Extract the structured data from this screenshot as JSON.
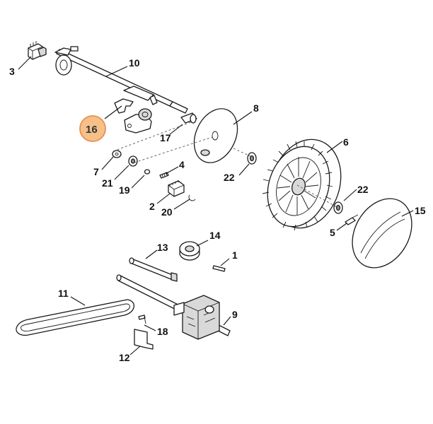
{
  "callouts": {
    "c1": "1",
    "c2": "2",
    "c3": "3",
    "c4": "4",
    "c5": "5",
    "c6": "6",
    "c7": "7",
    "c8": "8",
    "c9": "9",
    "c10": "10",
    "c11": "11",
    "c12": "12",
    "c13": "13",
    "c14": "14",
    "c15": "15",
    "c16": "16",
    "c17": "17",
    "c18": "18",
    "c19": "19",
    "c20": "20",
    "c21": "21",
    "c22a": "22",
    "c22b": "22"
  },
  "colors": {
    "highlight_fill": "#f7c08a",
    "highlight_stroke": "#e8914a",
    "line": "#1a1a1a"
  },
  "highlighted_callout": "16"
}
